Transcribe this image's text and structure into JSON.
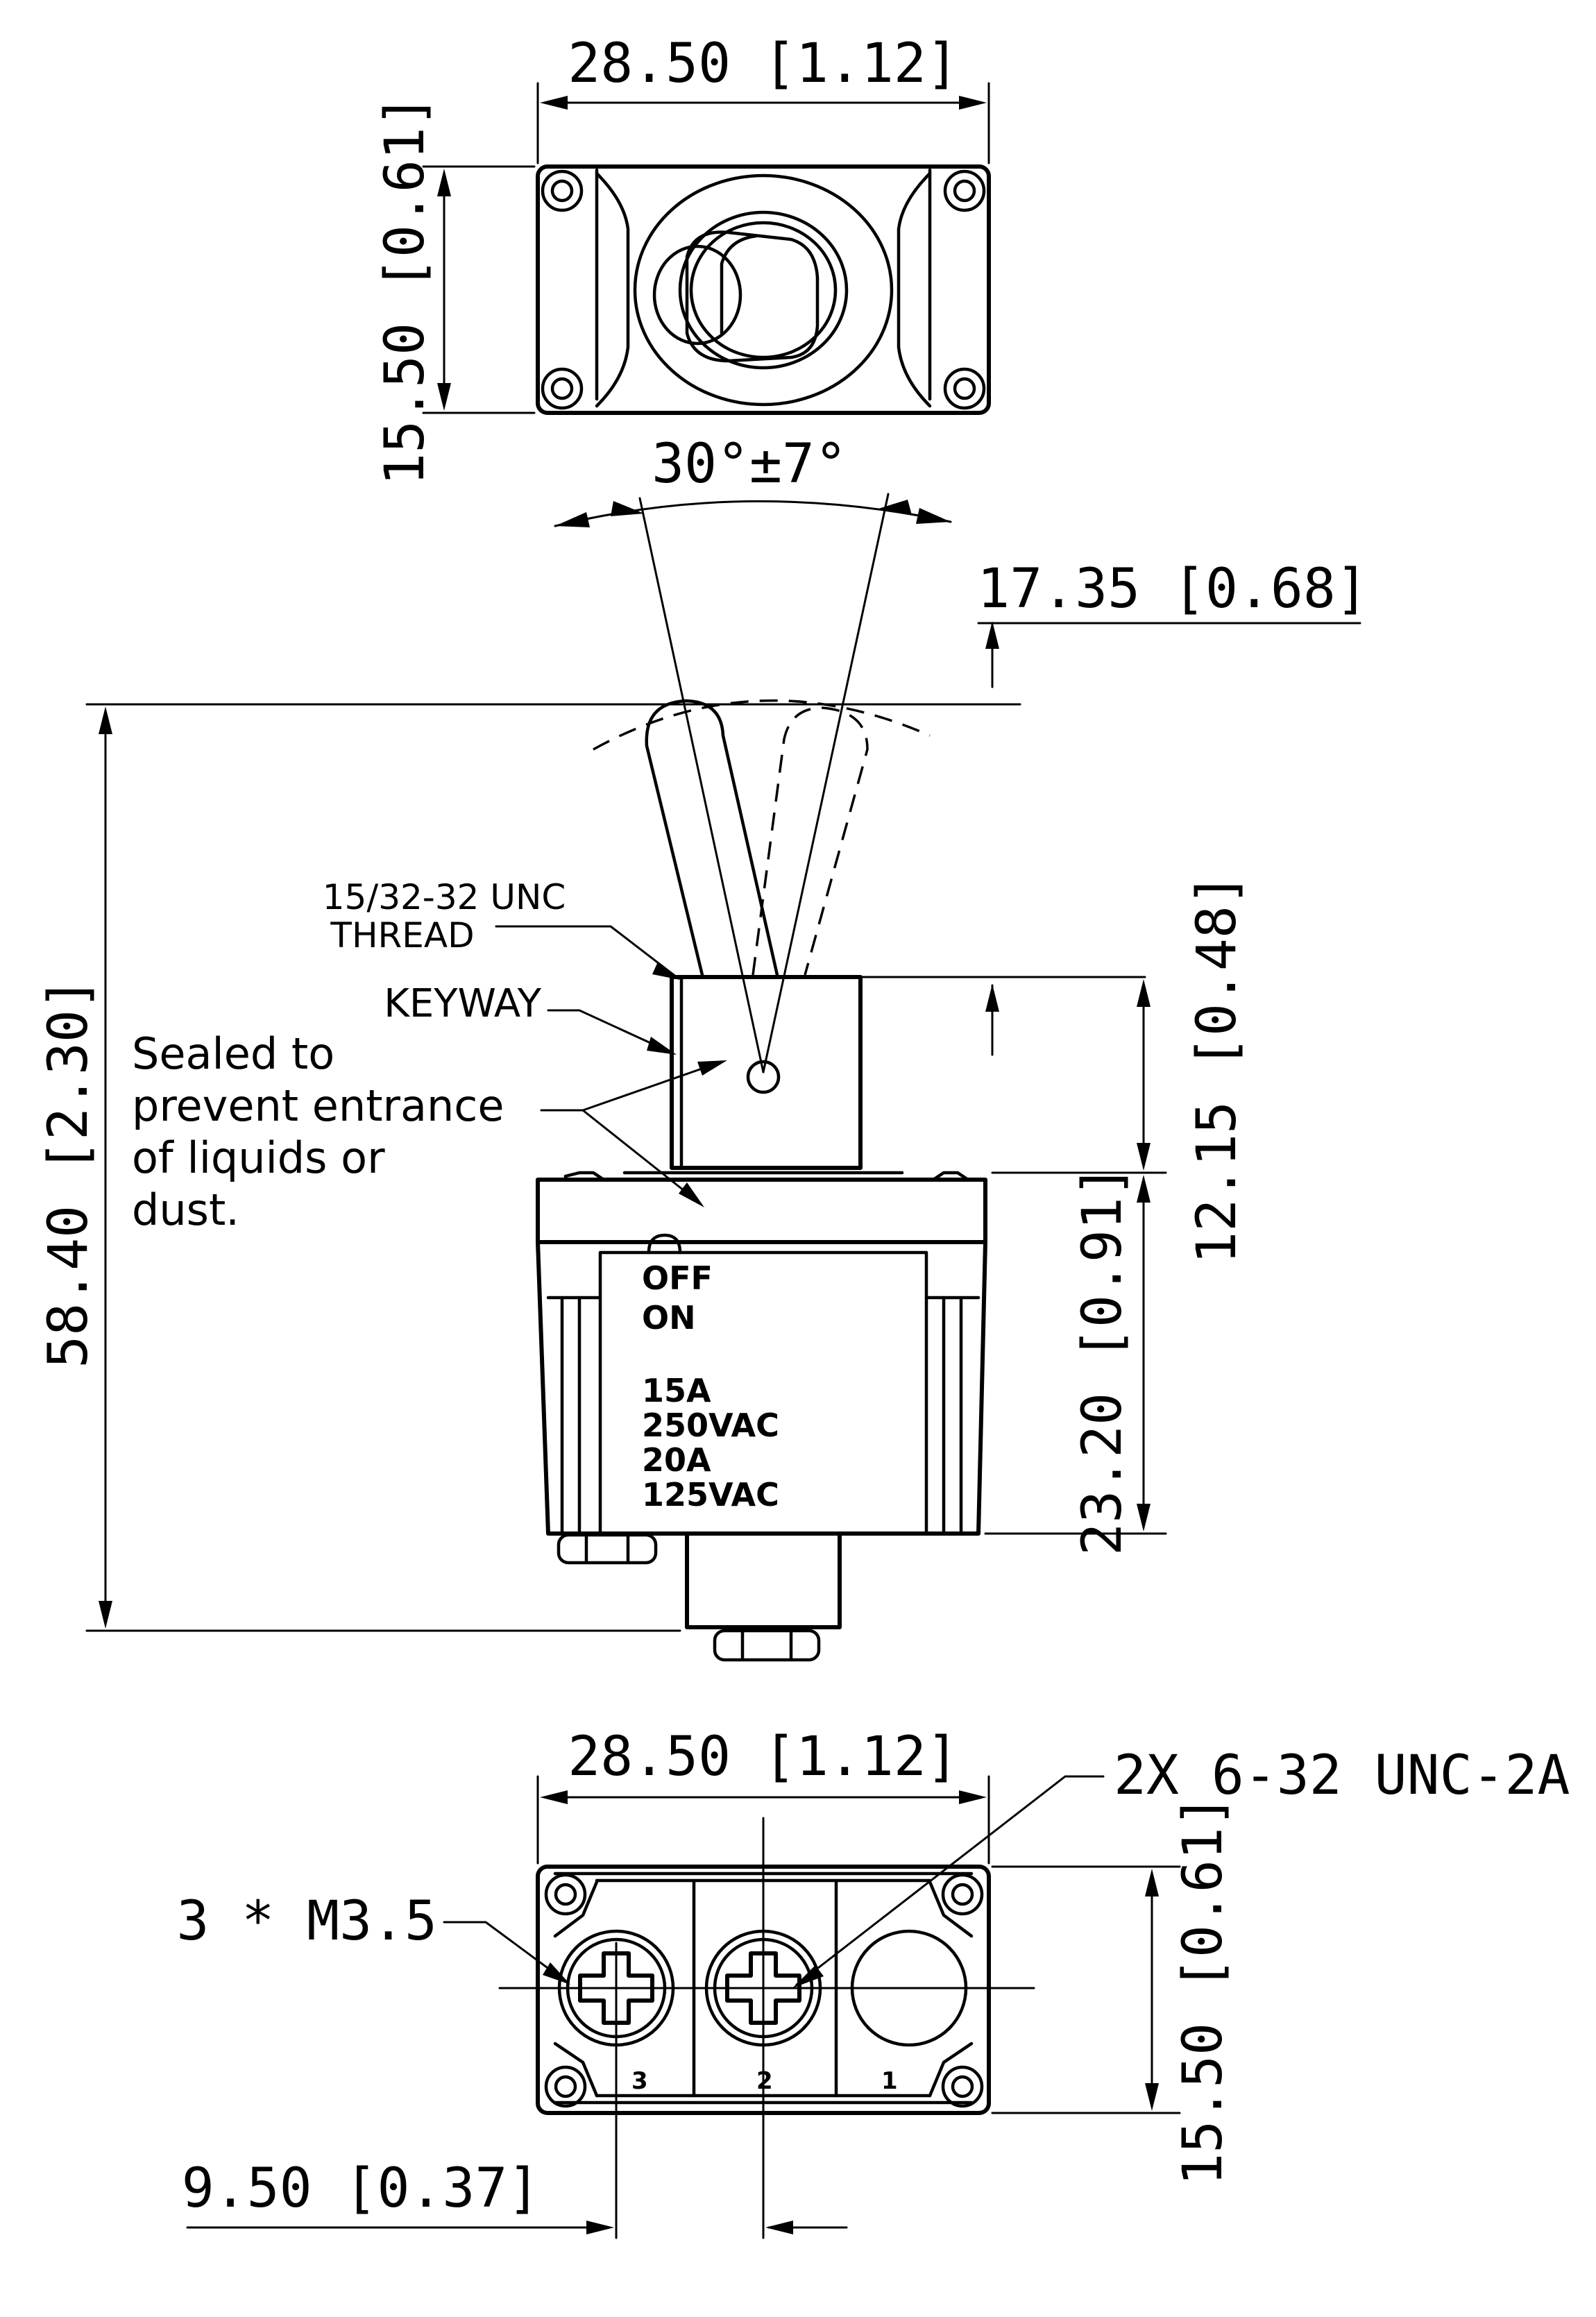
{
  "dimensions": {
    "top_width": "28.50 [1.12]",
    "top_height": "15.50 [0.61]",
    "angle": "30°±7°",
    "shaft": "17.35 [0.68]",
    "overall_height": "58.40 [2.30]",
    "bushing_height": "12.15 [0.48]",
    "body_height": "23.20 [0.91]",
    "bottom_width": "28.50 [1.12]",
    "bottom_height": "15.50 [0.61]",
    "terminal_offset": "9.50 [0.37]"
  },
  "labels": {
    "thread_line1": "15/32-32 UNC",
    "thread_line2": "THREAD",
    "keyway": "KEYWAY",
    "sealed_line1": "Sealed to",
    "sealed_line2": "prevent entrance",
    "sealed_line3": "of liquids or",
    "sealed_line4": "dust.",
    "screws": "3 * M3.5",
    "mount_thread": "2X 6-32 UNC-2A"
  },
  "markings": {
    "off": "OFF",
    "on": "ON",
    "rating1": "15A",
    "rating2": "250VAC",
    "rating3": "20A",
    "rating4": "125VAC"
  },
  "terminals": [
    "3",
    "2",
    "1"
  ]
}
